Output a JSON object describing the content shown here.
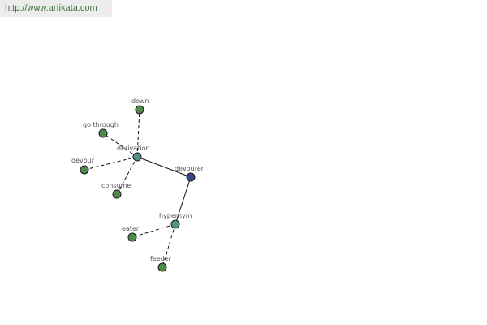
{
  "header": {
    "url": "http://www.artikata.com"
  },
  "colors": {
    "leaf": "#4f8a4a",
    "relation": "#52948c",
    "focus": "#34478a",
    "edge": "#111111"
  },
  "nodes": [
    {
      "id": "devourer",
      "label": "devourer",
      "kind": "focus"
    },
    {
      "id": "derivation",
      "label": "derivation",
      "kind": "relation"
    },
    {
      "id": "hypernym",
      "label": "hypernym",
      "kind": "relation"
    },
    {
      "id": "down",
      "label": "down",
      "kind": "leaf"
    },
    {
      "id": "go-through",
      "label": "go through",
      "kind": "leaf"
    },
    {
      "id": "devour",
      "label": "devour",
      "kind": "leaf"
    },
    {
      "id": "consume",
      "label": "consume",
      "kind": "leaf"
    },
    {
      "id": "eater",
      "label": "eater",
      "kind": "leaf"
    },
    {
      "id": "feeder",
      "label": "feeder",
      "kind": "leaf"
    }
  ],
  "edges": [
    {
      "from": "derivation",
      "to": "devourer",
      "style": "solid"
    },
    {
      "from": "devourer",
      "to": "hypernym",
      "style": "solid"
    },
    {
      "from": "derivation",
      "to": "down",
      "style": "dashed"
    },
    {
      "from": "derivation",
      "to": "go-through",
      "style": "dashed"
    },
    {
      "from": "derivation",
      "to": "devour",
      "style": "dashed"
    },
    {
      "from": "derivation",
      "to": "consume",
      "style": "dashed"
    },
    {
      "from": "hypernym",
      "to": "eater",
      "style": "dashed"
    },
    {
      "from": "hypernym",
      "to": "feeder",
      "style": "dashed"
    }
  ]
}
